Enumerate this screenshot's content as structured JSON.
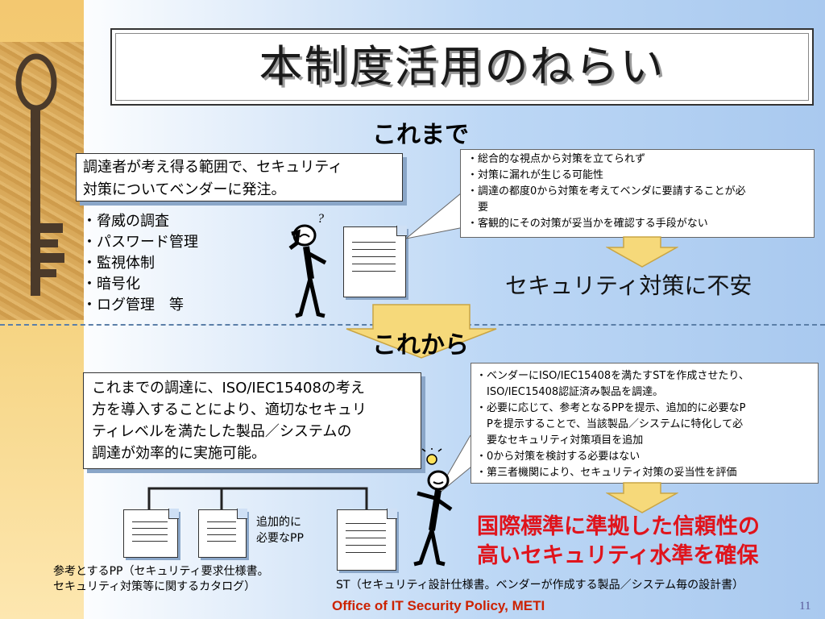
{
  "slide": {
    "title": "本制度活用のねらい",
    "page_number": "11",
    "footer": "Office of IT Security Policy, METI"
  },
  "before": {
    "heading": "これまで",
    "box_text": [
      "調達者が考え得る範囲で、セキュリティ",
      "対策についてベンダーに発注。"
    ],
    "items": [
      "・脅威の調査",
      "・パスワード管理",
      "・監視体制",
      "・暗号化",
      "・ログ管理　等"
    ],
    "callout": [
      "・総合的な視点から対策を立てられず",
      "・対策に漏れが生じる可能性",
      "・調達の都度0から対策を考えてベンダに要請することが必",
      "　要",
      "・客観的にその対策が妥当かを確認する手段がない"
    ],
    "result": "セキュリティ対策に不安"
  },
  "after": {
    "heading": "これから",
    "box_text": [
      "これまでの調達に、ISO/IEC15408の考え",
      "方を導入することにより、適切なセキュリ",
      "ティレベルを満たした製品／システムの",
      "調達が効率的に実施可能。"
    ],
    "callout": [
      "・ベンダーにISO/IEC15408を満たすSTを作成させたり、",
      "　ISO/IEC15408認証済み製品を調達。",
      "・必要に応じて、参考となるPPを提示、追加的に必要なP",
      "　Pを提示することで、当該製品／システムに特化して必",
      "　要なセキュリティ対策項目を追加",
      "・0から対策を検討する必要はない",
      "・第三者機関により、セキュリティ対策の妥当性を評価"
    ],
    "result": [
      "国際標準に準拠した信頼性の",
      "高いセキュリティ水準を確保"
    ],
    "additional_pp_label": [
      "追加的に",
      "必要なPP"
    ],
    "pp_caption": [
      "参考とするPP（セキュリティ要求仕様書。",
      "セキュリティ対策等に関するカタログ）"
    ],
    "st_caption": "ST（セキュリティ設計仕様書。ベンダーが作成する製品／システム毎の設計書）"
  },
  "colors": {
    "result_red": "#e0141c",
    "footer_red": "#cc2200",
    "arrow_fill": "#f6d97a",
    "arrow_stroke": "#c9a544",
    "shadow_blue": "#8aa6c8"
  },
  "icons": {
    "thinking_figure": "question-stick-figure-icon",
    "idea_figure": "lightbulb-stick-figure-icon",
    "key": "old-key-icon"
  }
}
